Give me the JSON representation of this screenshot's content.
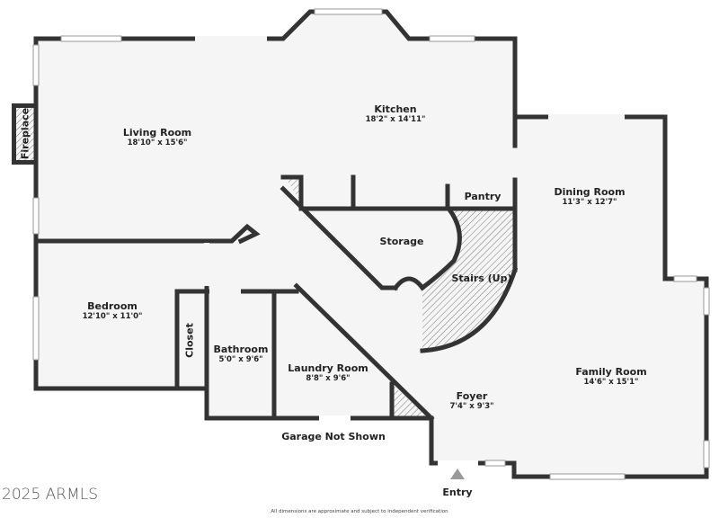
{
  "rooms": [
    {
      "name": "Living Room",
      "dim": "18'10\" x 15'6\""
    },
    {
      "name": "Kitchen",
      "dim": "18'2\" x 14'11\""
    },
    {
      "name": "Dining Room",
      "dim": "11'3\" x 12'7\""
    },
    {
      "name": "Bedroom",
      "dim": "12'10\" x 11'0\""
    },
    {
      "name": "Bathroom",
      "dim": "5'0\" x 9'6\""
    },
    {
      "name": "Laundry Room",
      "dim": "8'8\" x 9'6\""
    },
    {
      "name": "Foyer",
      "dim": "7'4\" x 9'3\""
    },
    {
      "name": "Family Room",
      "dim": "14'6\" x 15'1\""
    }
  ],
  "labels": {
    "storage": "Storage",
    "pantry": "Pantry",
    "stairs": "Stairs (Up)",
    "closet": "Closet",
    "fireplace": "Fireplace",
    "garage": "Garage Not Shown",
    "entry": "Entry"
  },
  "footer": {
    "copyright": "2025 ARMLS",
    "note": "All dimensions are approximate and subject to independent verification"
  },
  "colors": {
    "wall": "#333333",
    "floor": "#f5f5f5"
  }
}
